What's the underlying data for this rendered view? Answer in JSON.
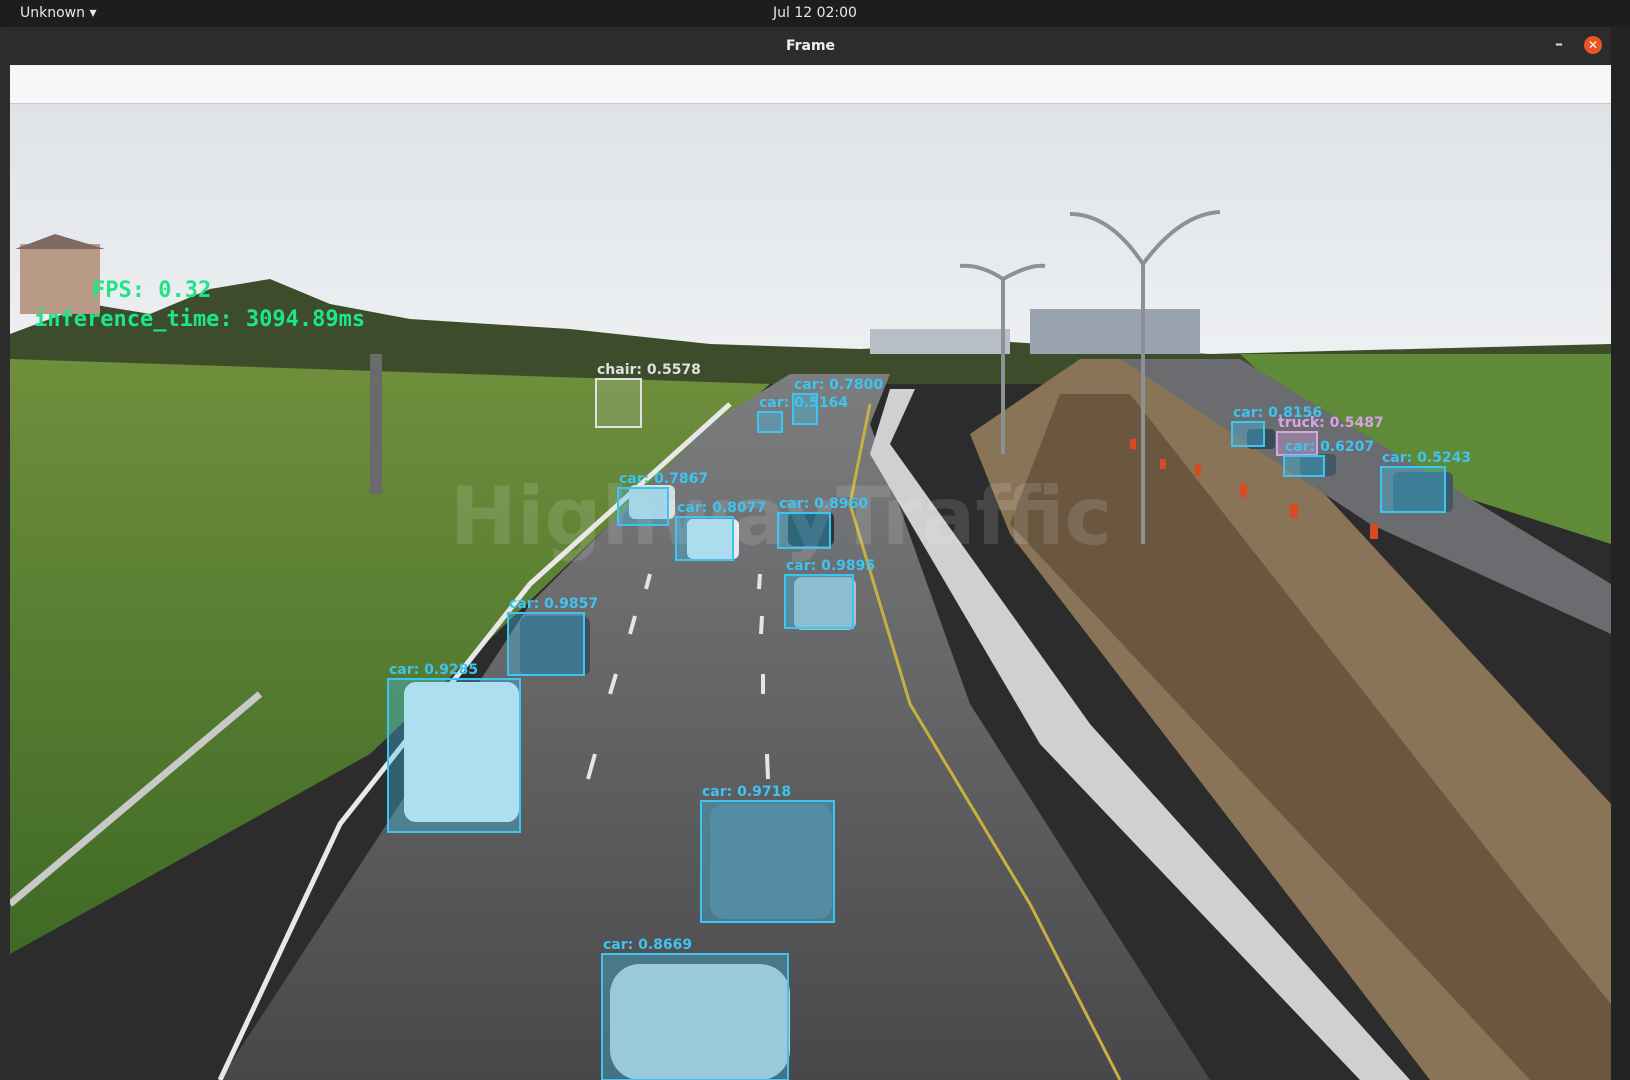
{
  "topbar": {
    "app_menu": "Unknown ▾",
    "clock": "Jul 12  02:00"
  },
  "window": {
    "title": "Frame",
    "minimize_glyph": "–",
    "close_glyph": "✕"
  },
  "overlay": {
    "fps": "FPS: 0.32",
    "inference": "inference_time: 3094.89ms"
  },
  "colors": {
    "car_box": "#3ec4f0",
    "truck_box": "#d7a3e6",
    "chair_box": "#e0e0e0",
    "overlay_text": "#1fe58a",
    "close_button": "#e95420"
  },
  "detections": [
    {
      "label": "chair: 0.5578"
    },
    {
      "label": "car: 0.7800"
    },
    {
      "label": "car: 0.5164"
    },
    {
      "label": "car: 0.7867"
    },
    {
      "label": "car: 0.8077"
    },
    {
      "label": "car: 0.8960"
    },
    {
      "label": "car: 0.9895"
    },
    {
      "label": "car: 0.9857"
    },
    {
      "label": "car: 0.9285"
    },
    {
      "label": "car: 0.9718"
    },
    {
      "label": "car: 0.8669"
    },
    {
      "label": "car: 0.8156"
    },
    {
      "label": "truck: 0.5487"
    },
    {
      "label": "car: 0.6207"
    },
    {
      "label": "car: 0.5243"
    }
  ]
}
